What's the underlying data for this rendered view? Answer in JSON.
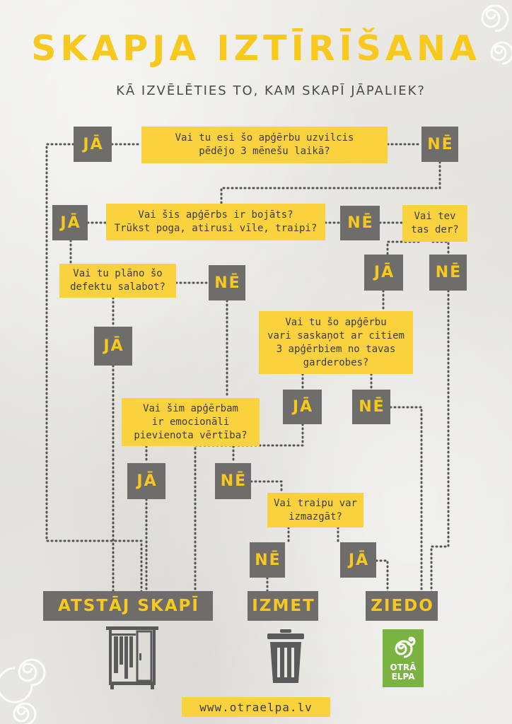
{
  "title": "SKAPJA IZTĪRĪŠANA",
  "subtitle": "KĀ IZVĒLĒTIES TO, KAM SKAPĪ JĀPALIEK?",
  "questions": {
    "worn": "Vai tu esi šo apģērbu uzvilcis\npēdējo 3 mēnešu laikā?",
    "damaged": "Vai šis apģērbs ir bojāts?\nTrūkst poga, atirusi vīle, traipi?",
    "fits": "Vai tev\ntas der?",
    "repair": "Vai tu plāno šo\ndefektu salabot?",
    "match": "Vai tu šo apģērbu\nvari saskaņot ar citiem\n3 apģērbiem no tavas\ngarderobes?",
    "emotional": "Vai šim apģērbam\nir emocionāli\npievienota vērtība?",
    "stain": "Vai traipu var\nizmazgāt?"
  },
  "answers": {
    "yes": "JĀ",
    "no": "NĒ"
  },
  "outcomes": {
    "keep": "ATSTĀJ SKAPĪ",
    "discard": "IZMET",
    "donate": "ZIEDO"
  },
  "logo": {
    "line1": "OTRĀ",
    "line2": "ELPA"
  },
  "website": "www.otraelpa.lv",
  "colors": {
    "accent_yellow": "#f9d23d",
    "answer_gray": "#6e6d6b",
    "logo_green": "#7bb340",
    "title_yellow": "#f7c81e"
  },
  "icons": [
    "spiral-decoration",
    "wardrobe-icon",
    "trash-can-icon",
    "logo-swirl-icon"
  ]
}
